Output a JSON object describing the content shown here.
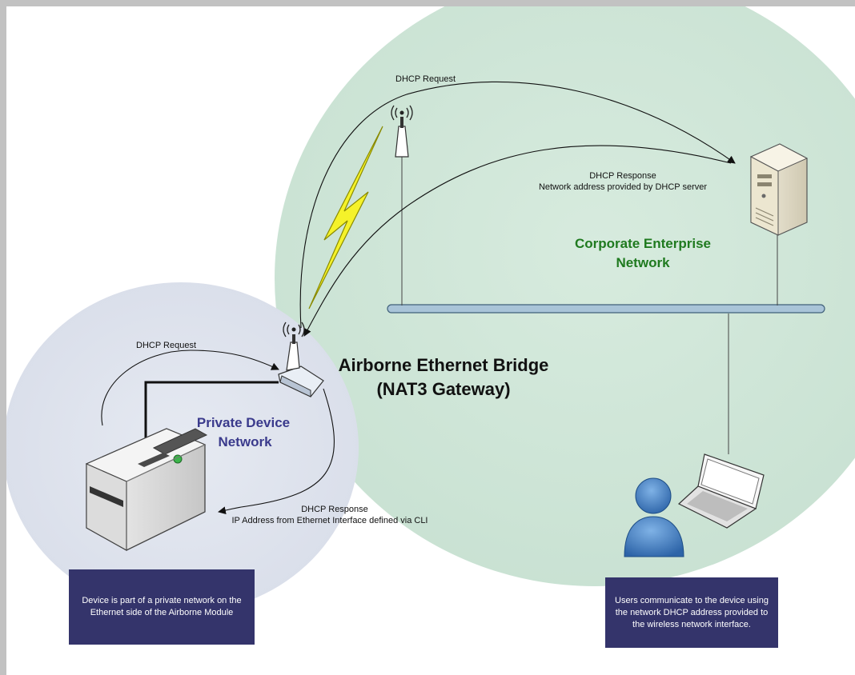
{
  "labels": {
    "dhcp_request_top": "DHCP Request",
    "dhcp_response_top_1": "DHCP Response",
    "dhcp_response_top_2": "Network address provided by DHCP server",
    "corporate_1": "Corporate Enterprise",
    "corporate_2": "Network",
    "bridge_1": "Airborne Ethernet Bridge",
    "bridge_2": "(NAT3 Gateway)",
    "dhcp_request_left": "DHCP Request",
    "private_1": "Private Device",
    "private_2": "Network",
    "dhcp_response_bottom_1": "DHCP Response",
    "dhcp_response_bottom_2": "IP Address from Ethernet Interface defined via CLI"
  },
  "notes": {
    "device_note": "Device is part of a private network on the Ethernet side of the Airborne Module",
    "user_note": "Users communicate to the device using the network DHCP address provided to the wireless network interface."
  },
  "colors": {
    "corporate_zone": "#cfe6d9",
    "private_zone": "#dfe4ef",
    "corporate_text": "#1f7a1f",
    "private_text": "#3a3a8c",
    "note_bg": "#34346b",
    "bus": "#a9c4d8",
    "lightning": "#f5f22a"
  },
  "icons": {
    "antenna": "antenna-icon",
    "server": "server-icon",
    "bridge": "bridge-device-icon",
    "printer": "printer-icon",
    "user": "user-icon",
    "laptop": "laptop-icon"
  }
}
